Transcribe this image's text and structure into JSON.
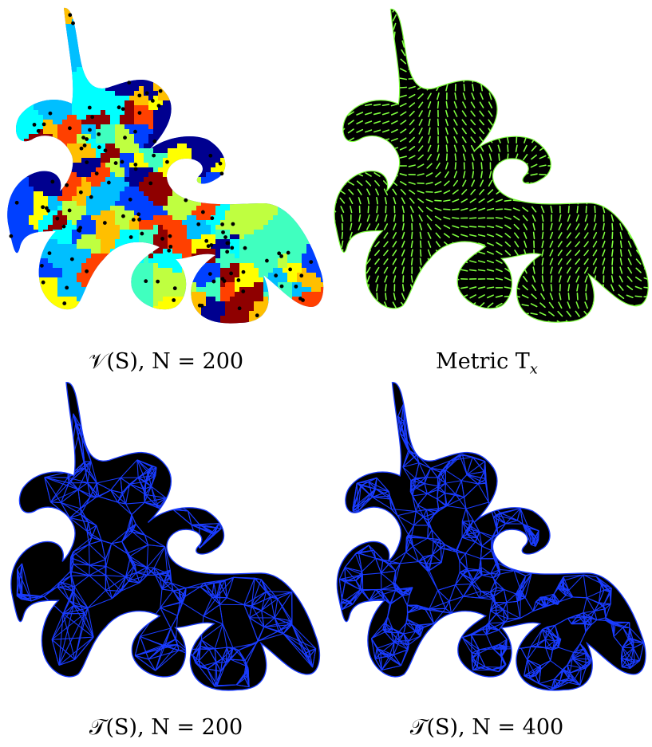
{
  "panels": [
    {
      "id": "voronoi",
      "caption_math": "𝒱(S)",
      "caption_rest": ", N = 200",
      "sites": 200,
      "colors": [
        "#00008f",
        "#0040ff",
        "#00bfff",
        "#40ffbf",
        "#bfff40",
        "#ffbf00",
        "#ff4000",
        "#8f0000",
        "#ffff00",
        "#00ffff"
      ]
    },
    {
      "id": "metric",
      "caption_math": "",
      "caption_rest": "Metric T",
      "caption_sub": "x",
      "fill": "#000000",
      "stroke": "#7fff3f"
    },
    {
      "id": "tri200",
      "caption_math": "𝒯(S)",
      "caption_rest": ", N = 200",
      "sites": 200,
      "fill": "#000000",
      "stroke": "#1a3cff"
    },
    {
      "id": "tri400",
      "caption_math": "𝒯(S)",
      "caption_rest": ", N = 400",
      "sites": 400,
      "fill": "#000000",
      "stroke": "#1a3cff"
    }
  ]
}
